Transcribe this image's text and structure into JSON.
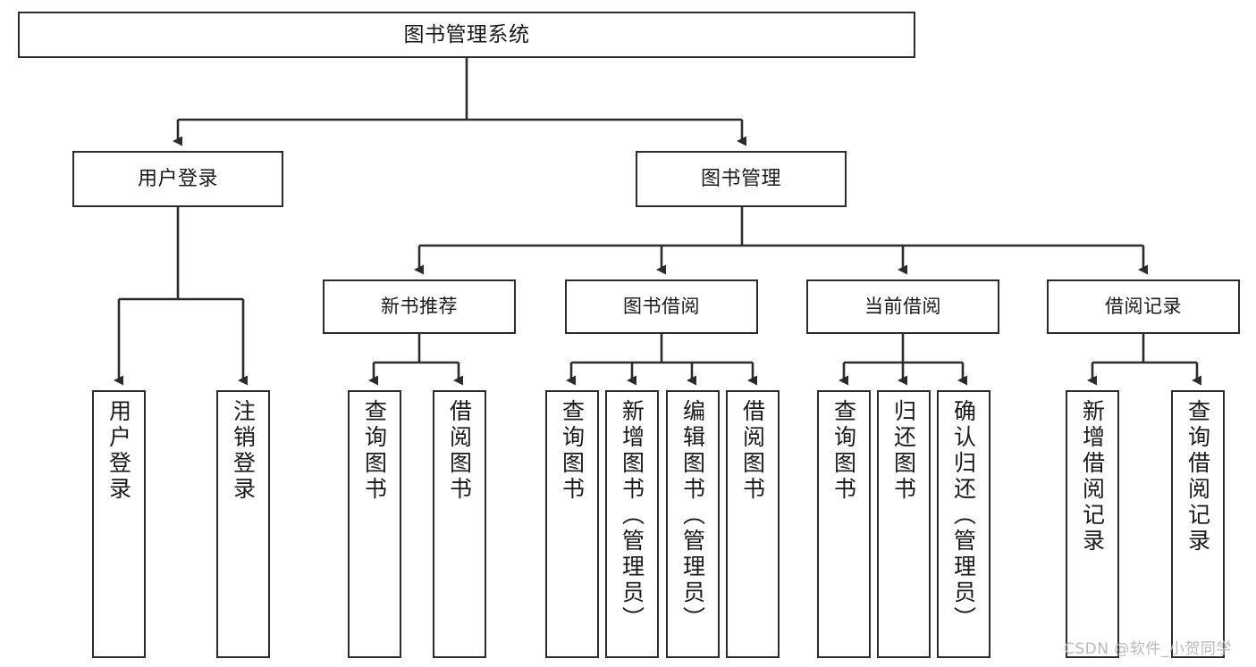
{
  "diagram": {
    "type": "tree-hierarchy",
    "title": "图书管理系统",
    "orientation": "top-down",
    "colors": {
      "stroke": "#2b2b2b",
      "fill": "#ffffff",
      "text": "#1a1a1a",
      "watermark": "#b9b9b9"
    },
    "watermark": "CSDN @软件_小贺同学"
  },
  "nodes": {
    "root": {
      "label": "图书管理系统"
    },
    "level2": [
      {
        "id": "user-login",
        "label": "用户登录"
      },
      {
        "id": "book-manage",
        "label": "图书管理"
      }
    ],
    "level3": [
      {
        "id": "new-book-recommend",
        "label": "新书推荐"
      },
      {
        "id": "book-borrow",
        "label": "图书借阅"
      },
      {
        "id": "current-borrow",
        "label": "当前借阅"
      },
      {
        "id": "borrow-record",
        "label": "借阅记录"
      }
    ],
    "leaves": {
      "user-login": [
        {
          "id": "leaf-user-login",
          "label": "用户登录"
        },
        {
          "id": "leaf-user-logout",
          "label": "注销登录"
        }
      ],
      "new-book-recommend": [
        {
          "id": "leaf-query-book-1",
          "label": "查询图书"
        },
        {
          "id": "leaf-borrow-book-1",
          "label": "借阅图书"
        }
      ],
      "book-borrow": [
        {
          "id": "leaf-query-book-2",
          "label": "查询图书"
        },
        {
          "id": "leaf-add-book",
          "label": "新增图书（管理员）"
        },
        {
          "id": "leaf-edit-book",
          "label": "编辑图书（管理员）"
        },
        {
          "id": "leaf-borrow-book-2",
          "label": "借阅图书"
        }
      ],
      "current-borrow": [
        {
          "id": "leaf-query-book-3",
          "label": "查询图书"
        },
        {
          "id": "leaf-return-book",
          "label": "归还图书"
        },
        {
          "id": "leaf-confirm-return",
          "label": "确认归还（管理员）"
        }
      ],
      "borrow-record": [
        {
          "id": "leaf-add-record",
          "label": "新增借阅记录"
        },
        {
          "id": "leaf-query-record",
          "label": "查询借阅记录"
        }
      ]
    }
  }
}
